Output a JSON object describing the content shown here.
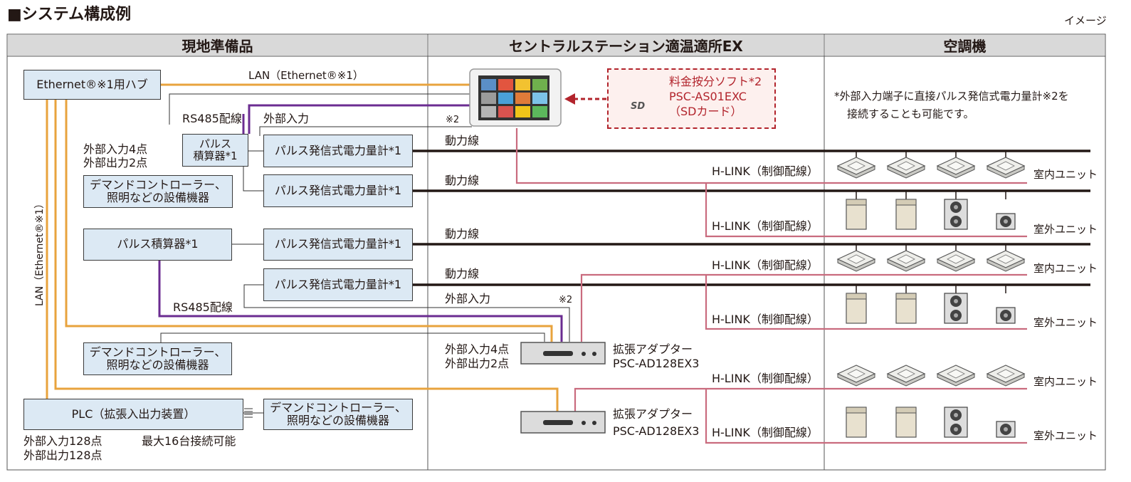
{
  "title": "■システム構成例",
  "image_note": "イメージ",
  "headers": {
    "local": "現地準備品",
    "central": "セントラルステーション適温適所EX",
    "aircon": "空調機"
  },
  "boxes": {
    "ethernet_hub": "Ethernet®※1用ハブ",
    "pulse_integrator_small": "パルス\n積算器*1",
    "pulse_meter": "パルス発信式電力量計*1",
    "demand_controller": "デマンドコントローラー、\n照明などの設備機器",
    "pulse_integrator": "パルス積算器*1",
    "plc": "PLC（拡張入出力装置）"
  },
  "labels": {
    "lan_top": "LAN（Ethernet®※1）",
    "lan_vertical": "LAN（Ethernet®※1）",
    "rs485": "RS485配線",
    "external_input": "外部入力",
    "note2": "※2",
    "ext_in4": "外部入力4点",
    "ext_out2": "外部出力2点",
    "power_line": "動力線",
    "hlink": "H-LINK（制御配線）",
    "indoor_unit": "室内ユニット",
    "outdoor_unit": "室外ユニット",
    "ext_in128": "外部入力128点",
    "ext_out128": "外部出力128点",
    "max16": "最大16台接続可能",
    "adapter_name": "拡張アダプター",
    "adapter_model": "PSC-AD128EX3",
    "sd_software": "料金按分ソフト*2",
    "sd_model": "PSC-AS01EXC",
    "sd_card": "（SDカード）",
    "sd_icon_text": "SD",
    "note_line1": "*外部入力端子に直接パルス発信式電力量計※2を",
    "note_line2": "接続することも可能です。"
  },
  "colors": {
    "lan": "#e8a33d",
    "rs485": "#6b2c91",
    "hlink": "#c96b7e",
    "power": "#231815",
    "box_fill": "#dce9f4",
    "header_fill": "#d9d9d9",
    "sd_accent": "#b2242c"
  }
}
